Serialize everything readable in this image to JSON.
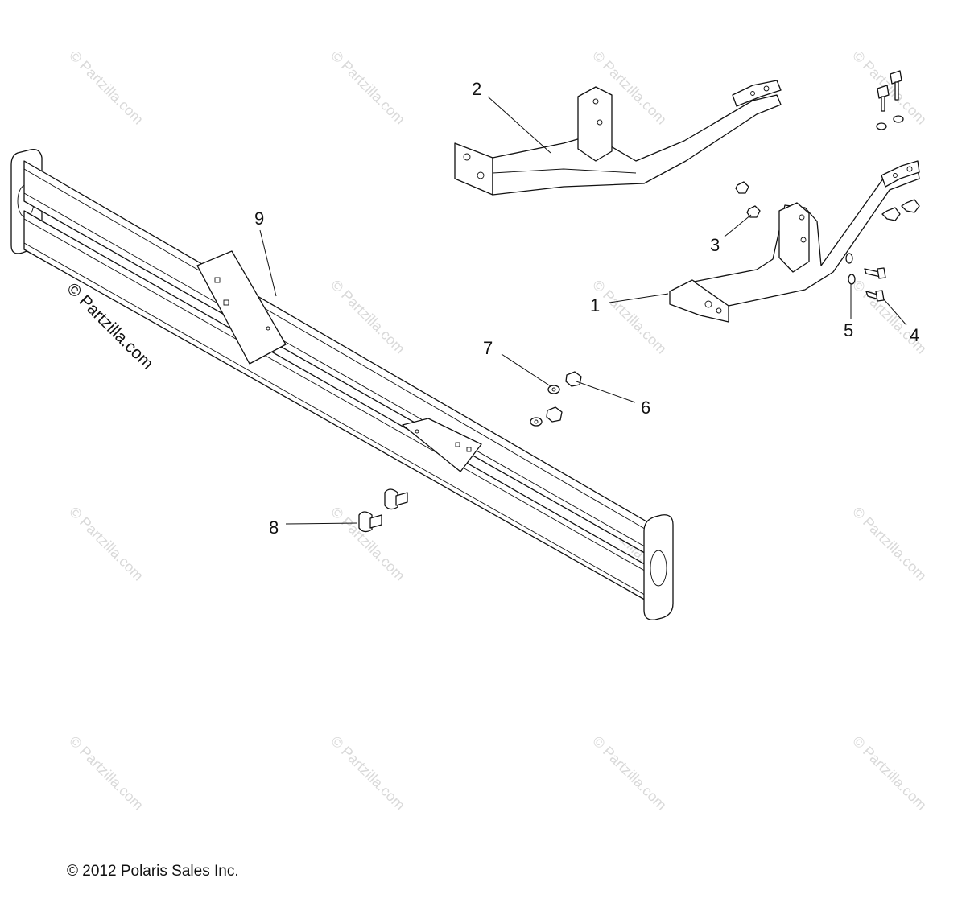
{
  "watermark": "© Partzilla.com",
  "copyright": "© 2012 Polaris Sales Inc.",
  "callouts": {
    "c1": "1",
    "c2": "2",
    "c3": "3",
    "c4": "4",
    "c5": "5",
    "c6": "6",
    "c7": "7",
    "c8": "8",
    "c9": "9"
  }
}
